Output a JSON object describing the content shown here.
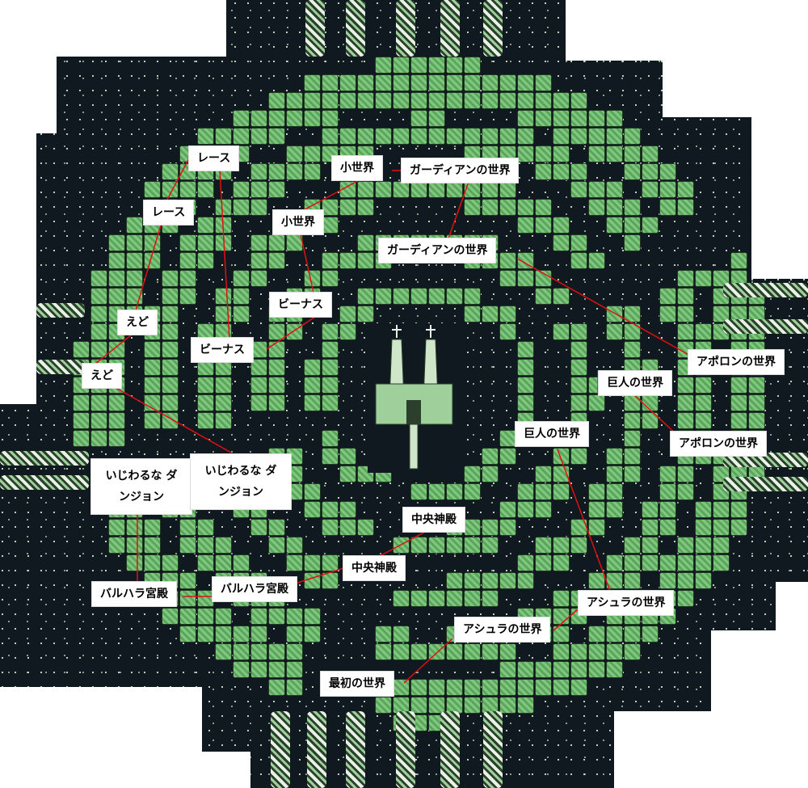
{
  "map": {
    "colors": {
      "space": "#101820",
      "floor": "#6fb870",
      "leader_line": "#e01010",
      "label_bg": "#ffffff"
    },
    "icons": [
      "central-temple-icon",
      "crystal-pillar-icon",
      "warp-portal-icon",
      "monster-icon"
    ],
    "labels": {
      "race_a": "レース",
      "race_b": "レース",
      "small_world_a": "小世界",
      "small_world_b": "小世界",
      "guardian_a": "ガーディアンの世界",
      "guardian_b": "ガーディアンの世界",
      "venus_a": "ビーナス",
      "venus_b": "ビーナス",
      "edo_a": "えど",
      "edo_b": "えど",
      "apollo_a": "アポロンの世界",
      "apollo_b": "アポロンの世界",
      "giant_a": "巨人の世界",
      "giant_b": "巨人の世界",
      "dungeon_a": "いじわるな ダンジョン",
      "dungeon_b": "いじわるな ダンジョン",
      "valhalla_a": "バルハラ宮殿",
      "valhalla_b": "バルハラ宮殿",
      "central_a": "中央神殿",
      "central_b": "中央神殿",
      "asura_a": "アシュラの世界",
      "asura_b": "アシュラの世界",
      "first_world": "最初の世界"
    }
  }
}
